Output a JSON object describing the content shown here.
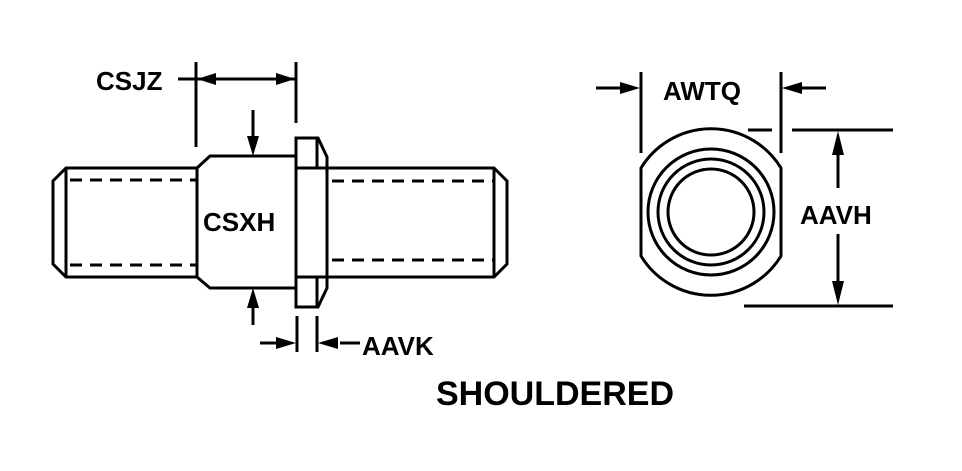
{
  "labels": {
    "csjz": "CSJZ",
    "csxh": "CSXH",
    "aavk": "AAVK",
    "awtq": "AWTQ",
    "aavh": "AAVH",
    "title": "SHOULDERED"
  }
}
